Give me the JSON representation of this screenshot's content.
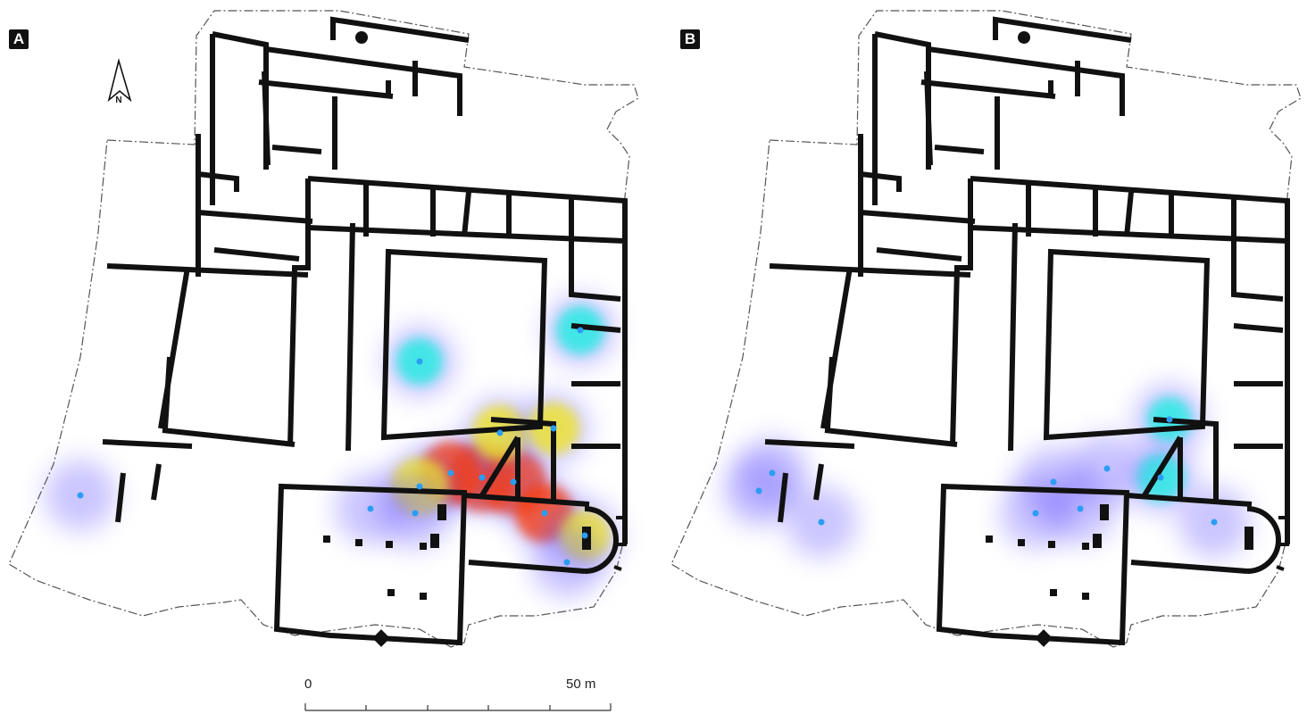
{
  "panels": [
    {
      "label": "A",
      "hotspots": [
        {
          "intensity": 1.0
        },
        {
          "intensity": 0.95
        },
        {
          "intensity": 0.85
        },
        {
          "intensity": 0.75
        },
        {
          "intensity": 0.7
        },
        {
          "intensity": 0.65
        },
        {
          "intensity": 0.55
        },
        {
          "intensity": 0.5
        },
        {
          "intensity": 0.45
        },
        {
          "intensity": 0.4
        },
        {
          "intensity": 0.25
        },
        {
          "intensity": 0.2
        },
        {
          "intensity": 0.2
        },
        {
          "intensity": 0.18
        }
      ]
    },
    {
      "label": "B",
      "hotspots": [
        {
          "intensity": 0.45
        },
        {
          "intensity": 0.35
        },
        {
          "intensity": 0.3
        },
        {
          "intensity": 0.28
        },
        {
          "intensity": 0.25
        },
        {
          "intensity": 0.22
        },
        {
          "intensity": 0.2
        },
        {
          "intensity": 0.18
        },
        {
          "intensity": 0.15
        },
        {
          "intensity": 0.15
        }
      ]
    }
  ],
  "north_arrow": {
    "label": "N"
  },
  "scale_bar": {
    "start_label": "0",
    "end_label": "50 m",
    "divisions": 5
  },
  "colors": {
    "walls": "#111111",
    "boundary": "#555555",
    "heat_low": "#6a5cff",
    "heat_mid": "#19f0e0",
    "heat_high": "#ff3b00",
    "point": "#2a9df4"
  }
}
